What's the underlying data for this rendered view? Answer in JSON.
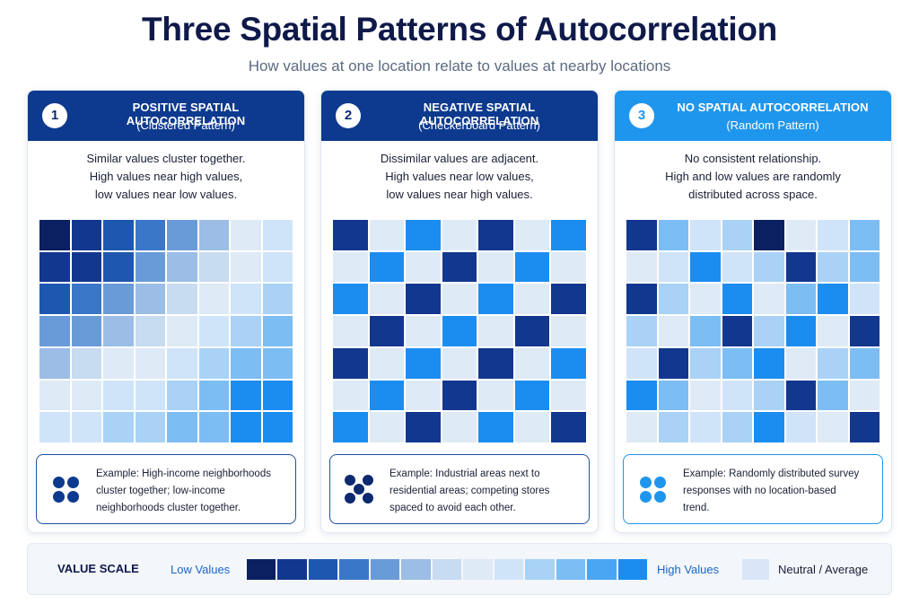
{
  "title": "Three Spatial Patterns of Autocorrelation",
  "subtitle": "How values at one location relate to values at nearby locations",
  "panels": [
    {
      "number": "1",
      "title": "POSITIVE SPATIAL AUTOCORRELATION",
      "subtitle": "(Clustered Pattern)",
      "header_color": "#0d3a8e",
      "description": [
        "Similar values cluster together.",
        "High values near high values,",
        "low values near low values."
      ],
      "example": [
        "Example: High-income neighborhoods",
        "cluster together; low-income",
        "neighborhoods cluster together."
      ],
      "icon": "four-dots-cluster-icon",
      "grid": [
        [
          0,
          1,
          2,
          3,
          4,
          5,
          7,
          8
        ],
        [
          1,
          1,
          2,
          4,
          5,
          6,
          7,
          8
        ],
        [
          2,
          3,
          4,
          5,
          6,
          7,
          8,
          9
        ],
        [
          4,
          4,
          5,
          6,
          7,
          8,
          9,
          10
        ],
        [
          5,
          6,
          7,
          7,
          8,
          9,
          10,
          10
        ],
        [
          7,
          7,
          8,
          8,
          9,
          10,
          11,
          11
        ],
        [
          8,
          8,
          9,
          9,
          10,
          10,
          11,
          11
        ]
      ]
    },
    {
      "number": "2",
      "title": "NEGATIVE SPATIAL AUTOCORRELATION",
      "subtitle": "(Checkerboard Pattern)",
      "header_color": "#0d3a8e",
      "description": [
        "Dissimilar values are adjacent.",
        "High values near low values,",
        "low values near high values."
      ],
      "example": [
        "Example: Industrial areas next to",
        "residential areas; competing stores",
        "spaced to avoid each other."
      ],
      "icon": "five-dots-dispersed-icon",
      "grid": [
        [
          1,
          7,
          11,
          7,
          1,
          7,
          11
        ],
        [
          7,
          11,
          7,
          1,
          7,
          11,
          7
        ],
        [
          11,
          7,
          1,
          7,
          11,
          7,
          1
        ],
        [
          7,
          1,
          7,
          11,
          7,
          1,
          7
        ],
        [
          1,
          7,
          11,
          7,
          1,
          7,
          11
        ],
        [
          7,
          11,
          7,
          1,
          7,
          11,
          7
        ],
        [
          11,
          7,
          1,
          7,
          11,
          7,
          1
        ]
      ]
    },
    {
      "number": "3",
      "title": "NO SPATIAL AUTOCORRELATION",
      "subtitle": "(Random Pattern)",
      "header_color": "#1f96ee",
      "description": [
        "No consistent relationship.",
        "High and low values are randomly",
        "distributed across space."
      ],
      "example": [
        "Example: Randomly distributed survey",
        "responses with no location-based",
        "trend."
      ],
      "icon": "four-dots-random-icon",
      "grid": [
        [
          1,
          10,
          8,
          9,
          0,
          7,
          8,
          10
        ],
        [
          7,
          8,
          11,
          8,
          9,
          1,
          9,
          10
        ],
        [
          1,
          9,
          7,
          11,
          7,
          10,
          11,
          8
        ],
        [
          9,
          7,
          10,
          1,
          9,
          11,
          7,
          1
        ],
        [
          8,
          1,
          9,
          10,
          11,
          7,
          9,
          10
        ],
        [
          11,
          10,
          7,
          8,
          9,
          1,
          10,
          7
        ],
        [
          7,
          9,
          8,
          9,
          11,
          8,
          7,
          1
        ]
      ]
    }
  ],
  "scale": {
    "label": "VALUE SCALE",
    "low": "Low Values",
    "high": "High Values",
    "neutral": "Neutral / Average",
    "colors": [
      "#0a2060",
      "#12378f",
      "#1e57b0",
      "#3b77c9",
      "#6a9bd9",
      "#9bbde6",
      "#c7dbf1",
      "#dfeaf7",
      "#cfe4f8",
      "#a9d2f6",
      "#7cbdf4",
      "#4aa6f3",
      "#1b8df0"
    ]
  },
  "palette": [
    "#0a2060",
    "#12378f",
    "#1e57b0",
    "#3b77c9",
    "#6a9bd9",
    "#9bbde6",
    "#c7dbf1",
    "#dfeaf7",
    "#cfe4f8",
    "#a9d2f6",
    "#7cbdf4",
    "#1b8df0"
  ]
}
